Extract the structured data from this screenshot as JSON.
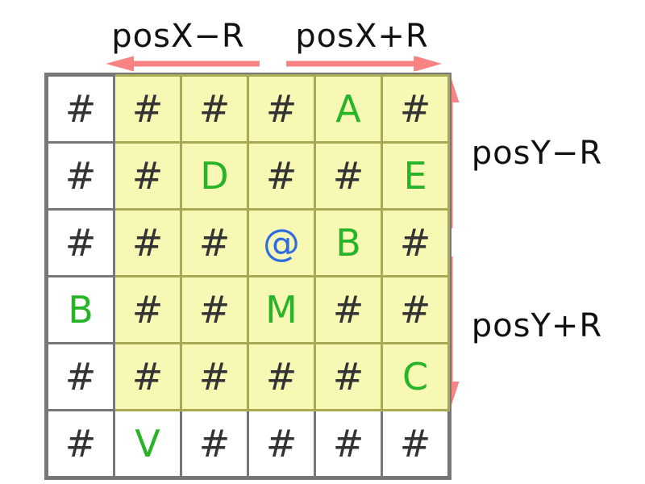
{
  "labels": {
    "top_left": "posX−R",
    "top_right": "posX+R",
    "right_top": "posY−R",
    "right_bottom": "posY+R"
  },
  "grid": {
    "rows": 6,
    "cols": 6,
    "highlight_region": {
      "row_start": 0,
      "row_end": 4,
      "col_start": 1,
      "col_end": 5
    },
    "center_char": "@",
    "cells": [
      [
        {
          "ch": "#",
          "color": "dark",
          "hl": false
        },
        {
          "ch": "#",
          "color": "dark",
          "hl": true
        },
        {
          "ch": "#",
          "color": "dark",
          "hl": true
        },
        {
          "ch": "#",
          "color": "dark",
          "hl": true
        },
        {
          "ch": "A",
          "color": "green",
          "hl": true
        },
        {
          "ch": "#",
          "color": "dark",
          "hl": true
        }
      ],
      [
        {
          "ch": "#",
          "color": "dark",
          "hl": false
        },
        {
          "ch": "#",
          "color": "dark",
          "hl": true
        },
        {
          "ch": "D",
          "color": "green",
          "hl": true
        },
        {
          "ch": "#",
          "color": "dark",
          "hl": true
        },
        {
          "ch": "#",
          "color": "dark",
          "hl": true
        },
        {
          "ch": "E",
          "color": "green",
          "hl": true
        }
      ],
      [
        {
          "ch": "#",
          "color": "dark",
          "hl": false
        },
        {
          "ch": "#",
          "color": "dark",
          "hl": true
        },
        {
          "ch": "#",
          "color": "dark",
          "hl": true
        },
        {
          "ch": "@",
          "color": "blue",
          "hl": true
        },
        {
          "ch": "B",
          "color": "green",
          "hl": true
        },
        {
          "ch": "#",
          "color": "dark",
          "hl": true
        }
      ],
      [
        {
          "ch": "B",
          "color": "green",
          "hl": false
        },
        {
          "ch": "#",
          "color": "dark",
          "hl": true
        },
        {
          "ch": "#",
          "color": "dark",
          "hl": true
        },
        {
          "ch": "M",
          "color": "green",
          "hl": true
        },
        {
          "ch": "#",
          "color": "dark",
          "hl": true
        },
        {
          "ch": "#",
          "color": "dark",
          "hl": true
        }
      ],
      [
        {
          "ch": "#",
          "color": "dark",
          "hl": false
        },
        {
          "ch": "#",
          "color": "dark",
          "hl": true
        },
        {
          "ch": "#",
          "color": "dark",
          "hl": true
        },
        {
          "ch": "#",
          "color": "dark",
          "hl": true
        },
        {
          "ch": "#",
          "color": "dark",
          "hl": true
        },
        {
          "ch": "C",
          "color": "green",
          "hl": true
        }
      ],
      [
        {
          "ch": "#",
          "color": "dark",
          "hl": false
        },
        {
          "ch": "V",
          "color": "green",
          "hl": false
        },
        {
          "ch": "#",
          "color": "dark",
          "hl": false
        },
        {
          "ch": "#",
          "color": "dark",
          "hl": false
        },
        {
          "ch": "#",
          "color": "dark",
          "hl": false
        },
        {
          "ch": "#",
          "color": "dark",
          "hl": false
        }
      ]
    ]
  },
  "colors": {
    "highlight_bg": "#F8F8B5",
    "highlight_border": "#A8A855",
    "cell_border": "#777777",
    "char_dark": "#333333",
    "char_green": "#28B428",
    "char_blue": "#2F6BE0",
    "arrow": "#F98383",
    "label_text": "#111111"
  }
}
